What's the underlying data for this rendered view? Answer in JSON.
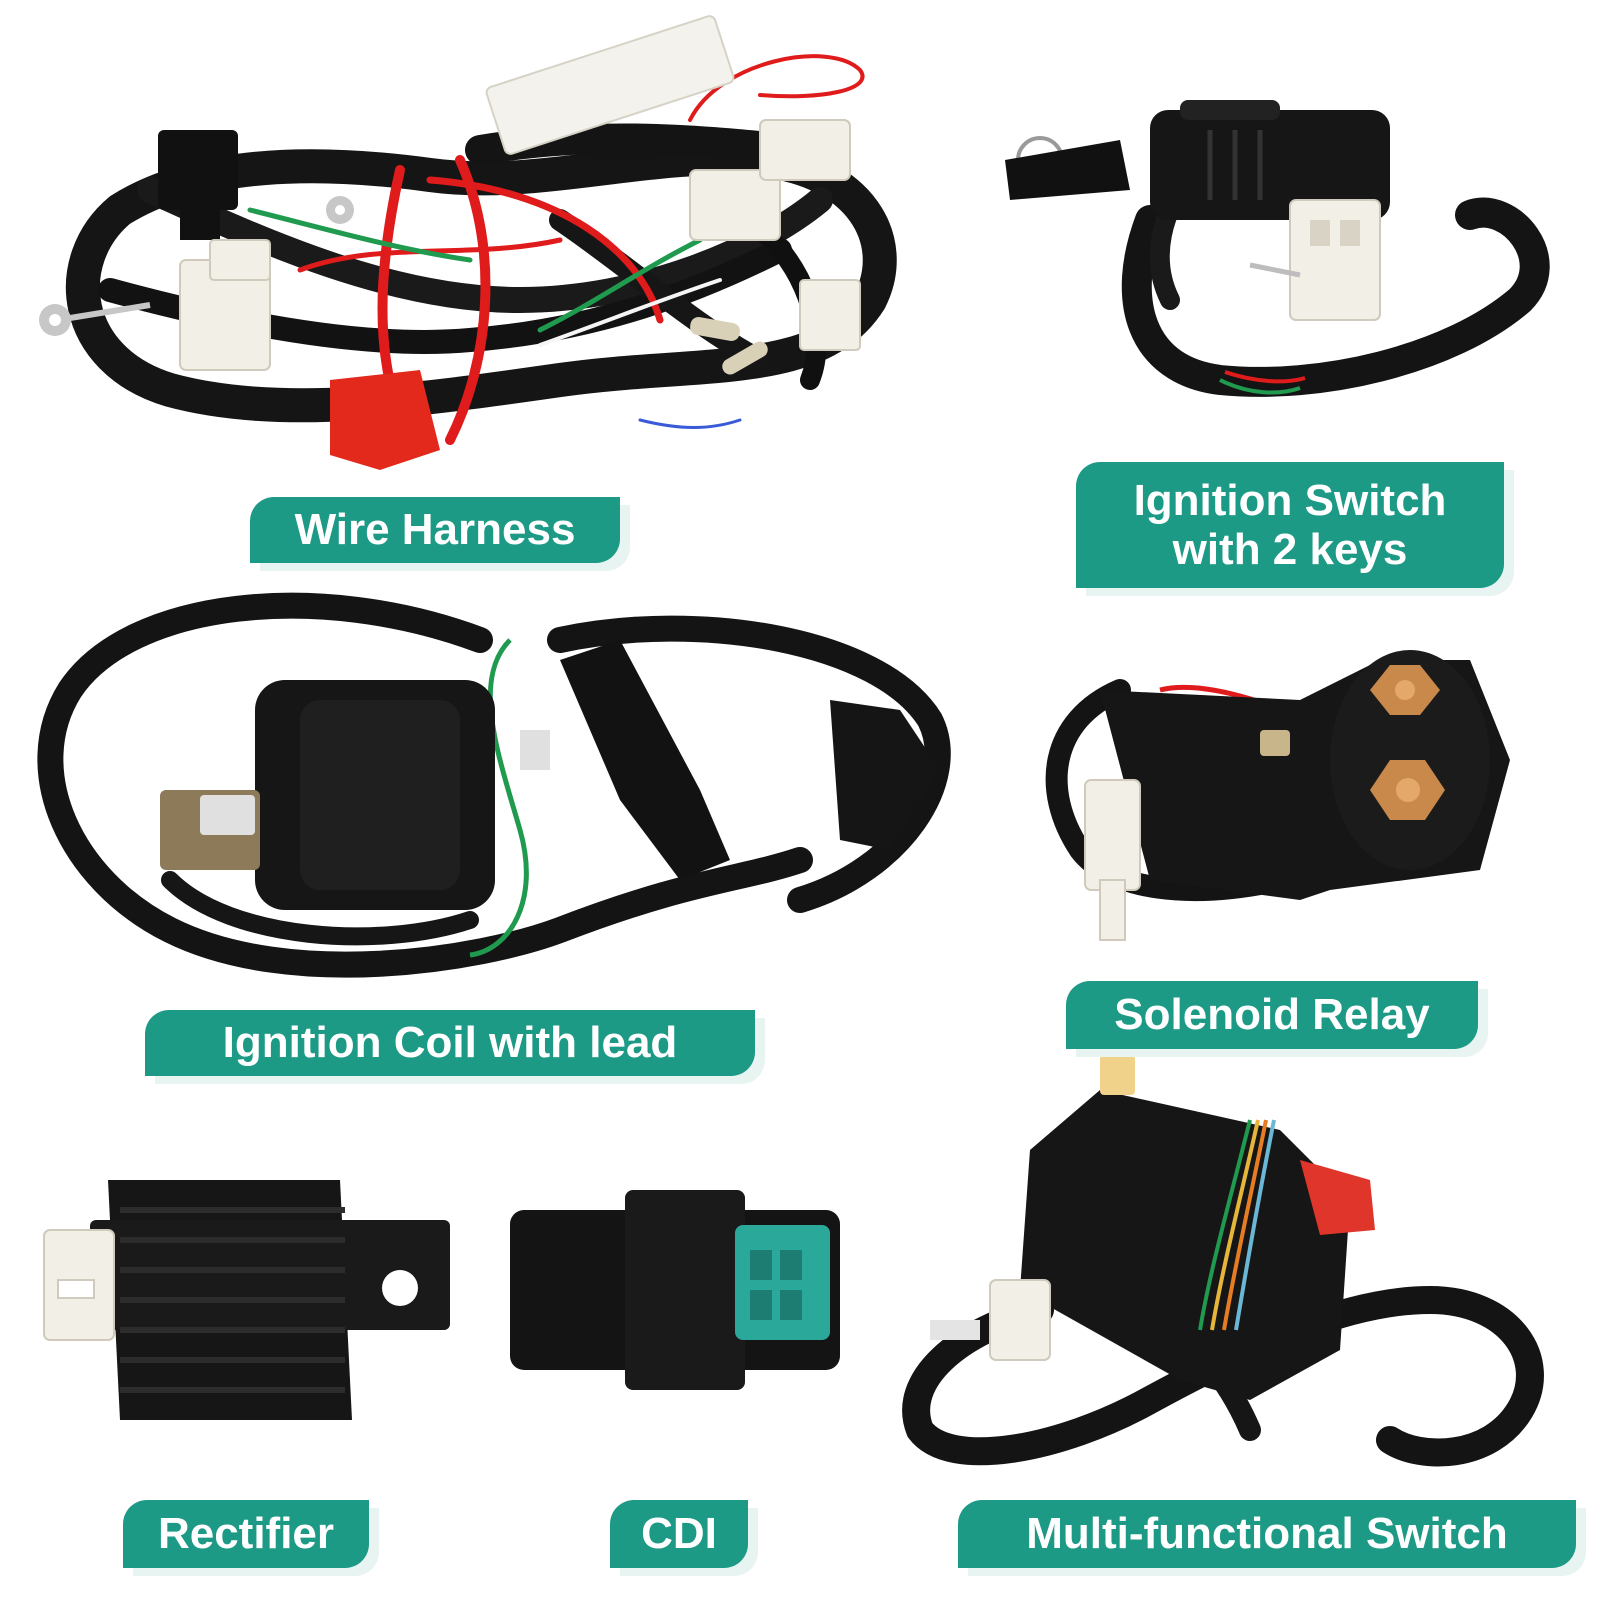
{
  "labels": {
    "wire_harness": "Wire Harness",
    "ignition_switch": "Ignition Switch\nwith 2 keys",
    "ignition_coil": "Ignition Coil with lead",
    "solenoid_relay": "Solenoid Relay",
    "rectifier": "Rectifier",
    "cdi": "CDI",
    "multi_switch": "Multi-functional Switch"
  },
  "colors": {
    "label_bg": "#1c9a86",
    "label_text": "#ffffff",
    "wire_black": "#111111",
    "wire_red": "#e01b1b",
    "wire_green": "#1f9a4f",
    "connector_white": "#f2efe6",
    "copper": "#c8894a",
    "cdi_connector": "#2aa89a"
  }
}
